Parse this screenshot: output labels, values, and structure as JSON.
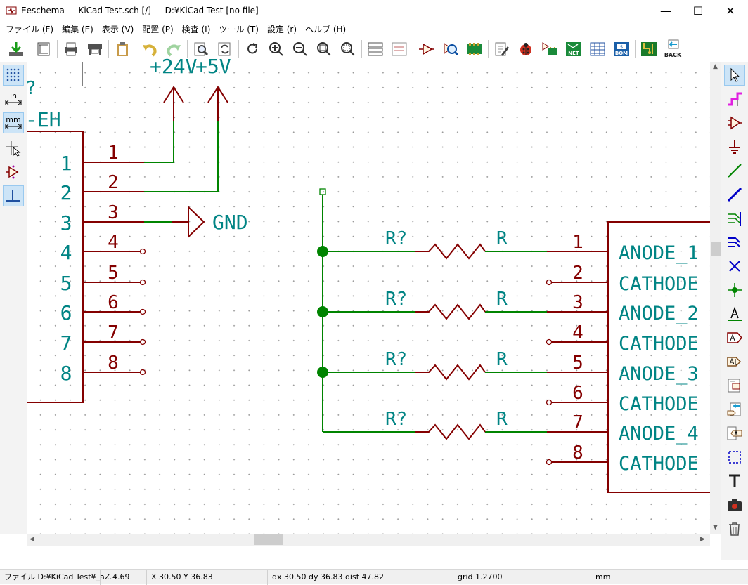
{
  "window": {
    "title": "Eeschema — KiCad Test.sch [/] — D:¥KiCad Test [no file]",
    "minimize": "—",
    "maximize": "☐",
    "close": "✕"
  },
  "menu": [
    "ファイル (F)",
    "編集 (E)",
    "表示 (V)",
    "配置 (P)",
    "検査 (I)",
    "ツール (T)",
    "設定 (r)",
    "ヘルプ (H)"
  ],
  "toolbar": {
    "back_label": "BACK",
    "net_label": "NET",
    "bom_label": "BOM",
    "bom_dollar": "$"
  },
  "left_toolbar": {
    "in_label": "in",
    "mm_label": "mm"
  },
  "schematic": {
    "power_label_24v": "+24V",
    "power_label_5v": "+5V",
    "ref_unknown": "?",
    "connector_value": "-EH",
    "gnd_label": "GND",
    "connector_pins": [
      "1",
      "2",
      "3",
      "4",
      "5",
      "6",
      "7",
      "8"
    ],
    "resistors": [
      {
        "ref": "R?",
        "value": "R"
      },
      {
        "ref": "R?",
        "value": "R"
      },
      {
        "ref": "R?",
        "value": "R"
      },
      {
        "ref": "R?",
        "value": "R"
      }
    ],
    "led_pins": [
      {
        "num": "1",
        "name": "ANODE_1"
      },
      {
        "num": "2",
        "name": "CATHODE"
      },
      {
        "num": "3",
        "name": "ANODE_2"
      },
      {
        "num": "4",
        "name": "CATHODE"
      },
      {
        "num": "5",
        "name": "ANODE_3"
      },
      {
        "num": "6",
        "name": "CATHODE"
      },
      {
        "num": "7",
        "name": "ANODE_4"
      },
      {
        "num": "8",
        "name": "CATHODE"
      }
    ]
  },
  "status": {
    "file": "ファイル D:¥KiCad Test¥_a...",
    "zoom": "Z 4.69",
    "xy": "X 30.50  Y 36.83",
    "delta": "dx 30.50  dy 36.83  dist 47.82",
    "grid": "grid 1.2700",
    "units": "mm"
  },
  "colors": {
    "wire": "#008400",
    "pin": "#840000",
    "text": "#008484",
    "selection": "#cce4f7"
  }
}
